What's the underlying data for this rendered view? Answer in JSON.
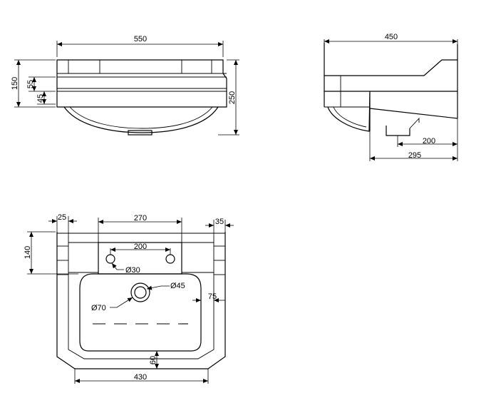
{
  "front_view": {
    "width_dim": "550",
    "height_dim": "250",
    "left_dim_1": "150",
    "left_dim_2": "55",
    "left_dim_3": "45"
  },
  "side_view": {
    "depth_dim": "450",
    "bottom_dim_1": "200",
    "bottom_dim_2": "295"
  },
  "plan_view": {
    "dim_25": "25",
    "dim_270": "270",
    "dim_35": "35",
    "dim_140": "140",
    "dim_200": "200",
    "tap_hole": "Ø30",
    "waste_hole": "Ø45",
    "outer_waste": "Ø70",
    "dim_75": "75",
    "dim_60": "60",
    "dim_430": "430"
  }
}
